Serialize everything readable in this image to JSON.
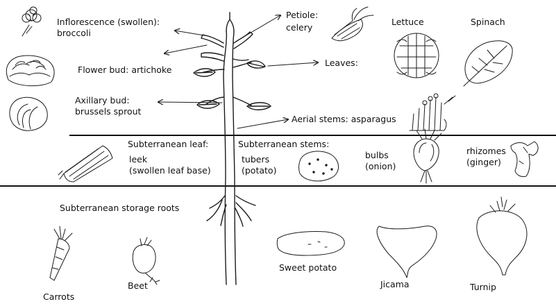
{
  "labels": {
    "inflorescence_1": "Inflorescence (swollen):",
    "inflorescence_2": "broccoli",
    "flower_bud": "Flower bud: artichoke",
    "axillary_1": "Axillary bud:",
    "axillary_2": "brussels sprout",
    "petiole_1": "Petiole:",
    "petiole_2": "celery",
    "leaves": "Leaves:",
    "lettuce": "Lettuce",
    "spinach": "Spinach",
    "aerial": "Aerial stems: asparagus",
    "sub_leaf_title": "Subterranean leaf:",
    "leek_1": "leek",
    "leek_2": "(swollen leaf base)",
    "sub_stems_title": "Subterranean stems:",
    "tubers_1": "tubers",
    "tubers_2": "(potato)",
    "bulbs_1": "bulbs",
    "bulbs_2": "(onion)",
    "rhizomes_1": "rhizomes",
    "rhizomes_2": "(ginger)",
    "roots_title": "Subterranean storage roots",
    "carrots": "Carrots",
    "beet": "Beet",
    "sweet_potato": "Sweet potato",
    "jicama": "Jicama",
    "turnip": "Turnip"
  },
  "colors": {
    "ink": "#1a1a1a",
    "text": "#111111",
    "background": "#ffffff"
  }
}
